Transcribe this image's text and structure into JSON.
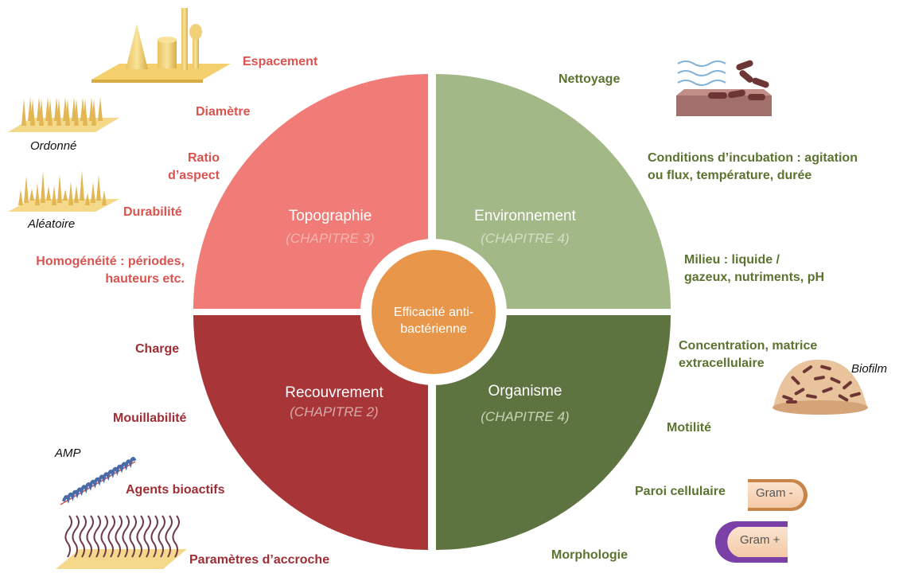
{
  "center": {
    "line1": "Efficacité anti-",
    "line2": "bactérienne"
  },
  "quadrants": {
    "topographie": {
      "title": "Topographie",
      "chapter": "(CHAPITRE 3)",
      "fill": "#f07b77"
    },
    "environnement": {
      "title": "Environnement",
      "chapter": "(CHAPITRE 4)",
      "fill": "#a2b887"
    },
    "recouvrement": {
      "title": "Recouvrement",
      "chapter": "(CHAPITRE 2)",
      "fill": "#a83537"
    },
    "organisme": {
      "title": "Organisme",
      "chapter": "(CHAPITRE 4)",
      "fill": "#5e7440"
    }
  },
  "topographie_params": {
    "espacement": "Espacement",
    "diametre": "Diamètre",
    "ratio_line1": "Ratio",
    "ratio_line2": "d’aspect",
    "durabilite": "Durabilité",
    "homog_line1": "Homogénéité : périodes,",
    "homog_line2": "hauteurs etc."
  },
  "topographie_illustrations": {
    "ordonne": "Ordonné",
    "aleatoire": "Aléatoire"
  },
  "recouvrement_params": {
    "charge": "Charge",
    "mouillabilite": "Mouillabilité",
    "agents": "Agents bioactifs",
    "accroche": "Paramètres d’accroche"
  },
  "recouvrement_illustrations": {
    "amp": "AMP"
  },
  "environnement_params": {
    "nettoyage": "Nettoyage",
    "incub_line1": "Conditions d’incubation : agitation",
    "incub_line2": "ou flux, température, durée",
    "milieu_line1": "Milieu : liquide /",
    "milieu_line2": "gazeux, nutriments, pH"
  },
  "organisme_params": {
    "conc_line1": "Concentration, matrice",
    "conc_line2": "extracellulaire",
    "motilite": "Motilité",
    "paroi": "Paroi cellulaire",
    "morphologie": "Morphologie"
  },
  "organisme_illustrations": {
    "biofilm": "Biofilm",
    "gram_neg": "Gram -",
    "gram_pos": "Gram +"
  },
  "colors": {
    "center": "#e8974a",
    "center_ring": "#ffffff",
    "illustration_gold": "#f5d98a",
    "surface_brown": "#9a6a63",
    "bacteria": "#7a3a35"
  }
}
